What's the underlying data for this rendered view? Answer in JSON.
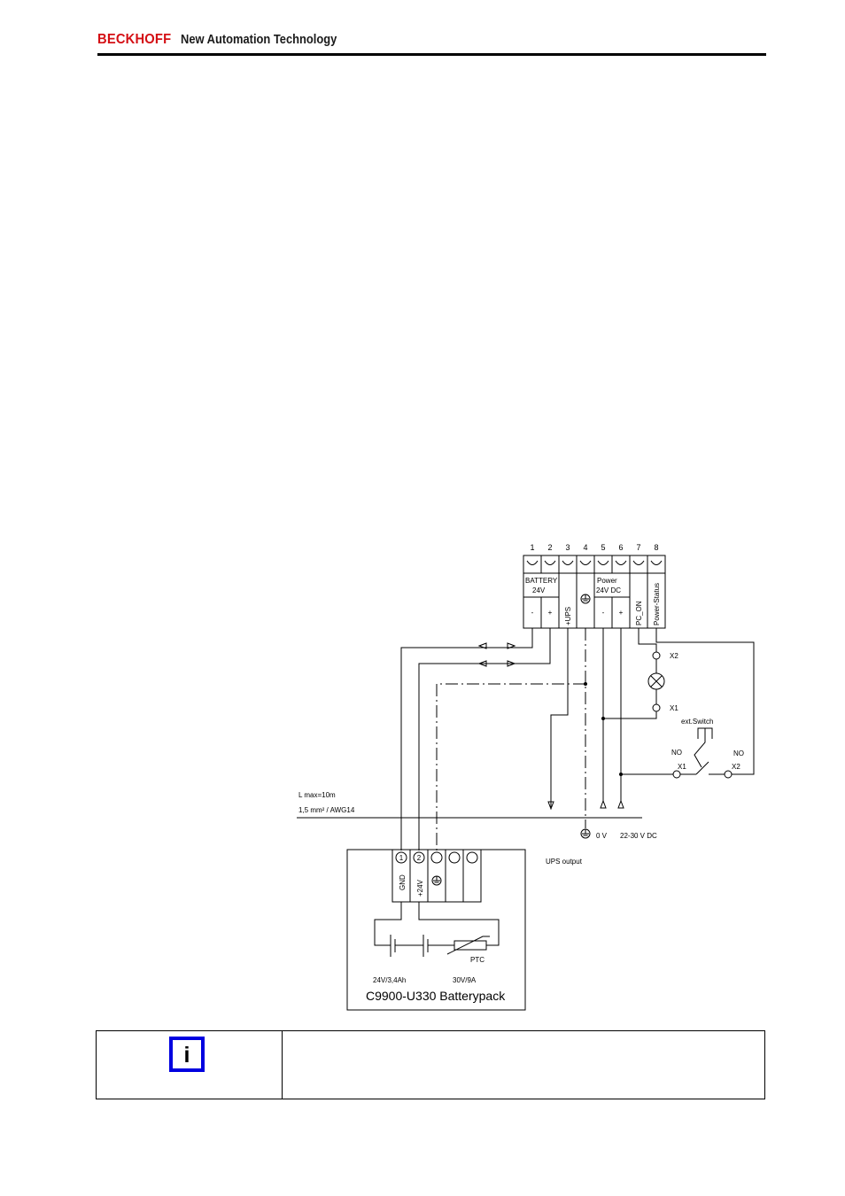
{
  "header": {
    "brand": "BECKHOFF",
    "tagline": "New Automation Technology",
    "brand_color": "#d40f14"
  },
  "terminal_block": {
    "numbers": [
      "1",
      "2",
      "3",
      "4",
      "5",
      "6",
      "7",
      "8"
    ],
    "battery_label_1": "BATTERY",
    "battery_label_2": "24V",
    "battery_minus": "-",
    "battery_plus": "+",
    "ups_label": "+UPS",
    "power_label_1": "Power",
    "power_label_2": "24V DC",
    "power_minus": "-",
    "power_plus": "+",
    "pc_on_label": "PC_ON",
    "power_status_label": "Power-Status"
  },
  "lamp": {
    "x2_label": "X2",
    "x1_label": "X1"
  },
  "switch": {
    "title": "ext.Switch",
    "no_left": "NO",
    "no_right": "NO",
    "x1_label": "X1",
    "x2_label": "X2"
  },
  "cable": {
    "length_label": "L max=10m",
    "cross_section_label": "1,5 mm² / AWG14"
  },
  "outputs": {
    "ups_output": "UPS output",
    "zero_v": "0 V",
    "supply": "22-30 V DC"
  },
  "battery_pack": {
    "terminal_1": "1",
    "terminal_2": "2",
    "gnd_label": "GND",
    "plus24_label": "+24V",
    "ptc_label": "PTC",
    "battery_rating": "24V/3,4Ah",
    "ptc_rating": "30V/9A",
    "title": "C9900-U330 Batterypack"
  },
  "note": {
    "icon": "info-icon",
    "icon_glyph": "i",
    "text": ""
  }
}
